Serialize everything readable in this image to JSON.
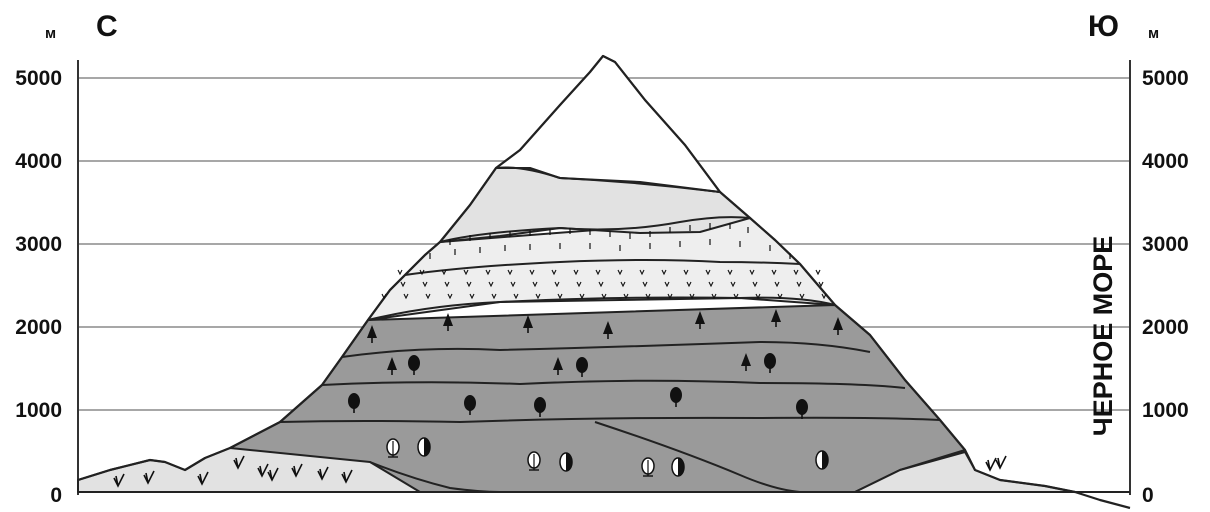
{
  "axis": {
    "unit": "м",
    "ticks": [
      "0",
      "1000",
      "2000",
      "3000",
      "4000",
      "5000"
    ]
  },
  "directions": {
    "left": "С",
    "right": "Ю"
  },
  "sea_label": "ЧЕРНОЕ МОРЕ",
  "colors": {
    "gridline": "#8a8a8a",
    "outline": "#222222",
    "light_zone": "#e2e2e2",
    "dotted_zone": "#eeeeee",
    "forest_zone": "#9a9a9a",
    "symbol": "#111111"
  },
  "symbols": {
    "conifer": "conifer-tree-icon",
    "deciduous": "deciduous-tree-icon",
    "shrub": "shrub-icon",
    "grass": "grass-icon",
    "meadow": "meadow-grass-dot-icon"
  }
}
